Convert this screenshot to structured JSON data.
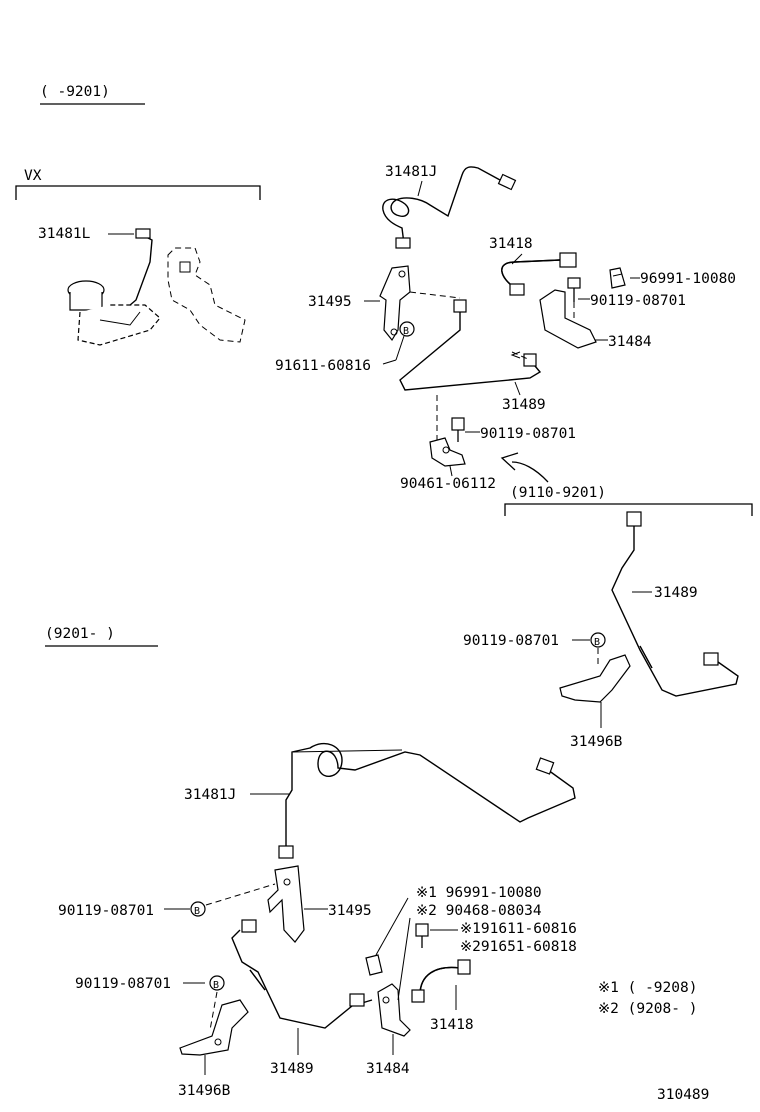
{
  "range_top": "(      -9201)",
  "range_bottom": "(9201-      )",
  "range_sub": "(9110-9201)",
  "vx_label": "VX",
  "footnote_1": "※1 (      -9208)",
  "footnote_2": "※2 (9208-      )",
  "figure_number": "310489",
  "labels": {
    "p31481L": "31481L",
    "p31481J_top": "31481J",
    "p31418_top": "31418",
    "p96991_top": "96991-10080",
    "p90119_top1": "90119-08701",
    "p31495_top": "31495",
    "p31484_top": "31484",
    "p91611_top": "91611-60816",
    "p31489_top": "31489",
    "p90119_top2": "90119-08701",
    "p90461": "90461-06112",
    "p31489_mid": "31489",
    "p90119_mid": "90119-08701",
    "p31496B_mid": "31496B",
    "p31481J_bot": "31481J",
    "p90119_bot1": "90119-08701",
    "p31495_bot": "31495",
    "p96991_bot": "※1 96991-10080",
    "p90468_bot": "※2 90468-08034",
    "p91611_bot": "※191611-60816",
    "p91651_bot": "※291651-60818",
    "p90119_bot2": "90119-08701",
    "p31418_bot": "31418",
    "p31496B_bot": "31496B",
    "p31489_bot": "31489",
    "p31484_bot": "31484"
  },
  "marker_b": "B"
}
